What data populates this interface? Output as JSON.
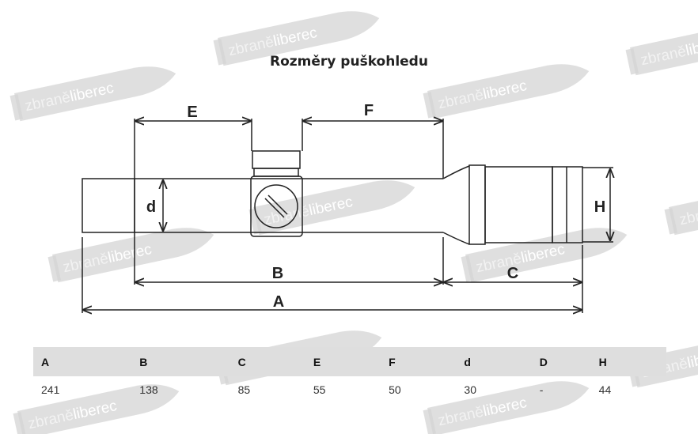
{
  "page": {
    "title": "Rozměry puškohledu",
    "watermark": {
      "text_grey": "zbraně",
      "text_white": "liberec"
    }
  },
  "diagram": {
    "labels": {
      "E": "E",
      "F": "F",
      "d": "d",
      "H": "H",
      "B": "B",
      "C": "C",
      "A": "A"
    }
  },
  "table": {
    "headers": [
      "A",
      "B",
      "C",
      "E",
      "F",
      "d",
      "D",
      "H"
    ],
    "values": [
      "241",
      "138",
      "85",
      "55",
      "50",
      "30",
      "-",
      "44"
    ]
  },
  "colors": {
    "line": "#222222",
    "header_bg": "#dedede",
    "watermark": "#cfcfcf"
  }
}
